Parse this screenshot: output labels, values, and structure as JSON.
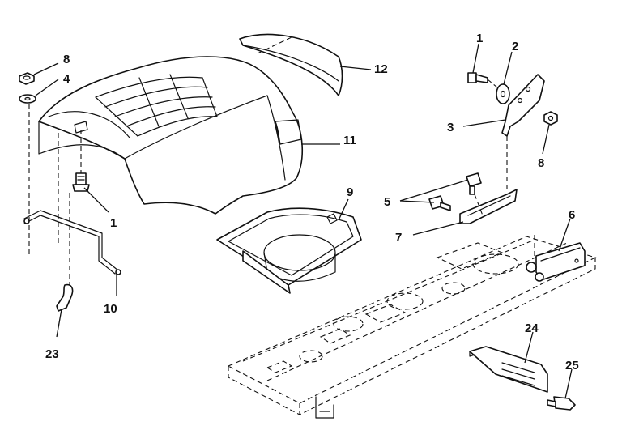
{
  "callouts": {
    "c1a": "1",
    "c2": "2",
    "c3": "3",
    "c4": "4",
    "c5": "5",
    "c6": "6",
    "c7": "7",
    "c8a": "8",
    "c8b": "8",
    "c9": "9",
    "c10": "10",
    "c11": "11",
    "c12": "12",
    "c1b": "1",
    "c23": "23",
    "c24": "24",
    "c25": "25"
  }
}
